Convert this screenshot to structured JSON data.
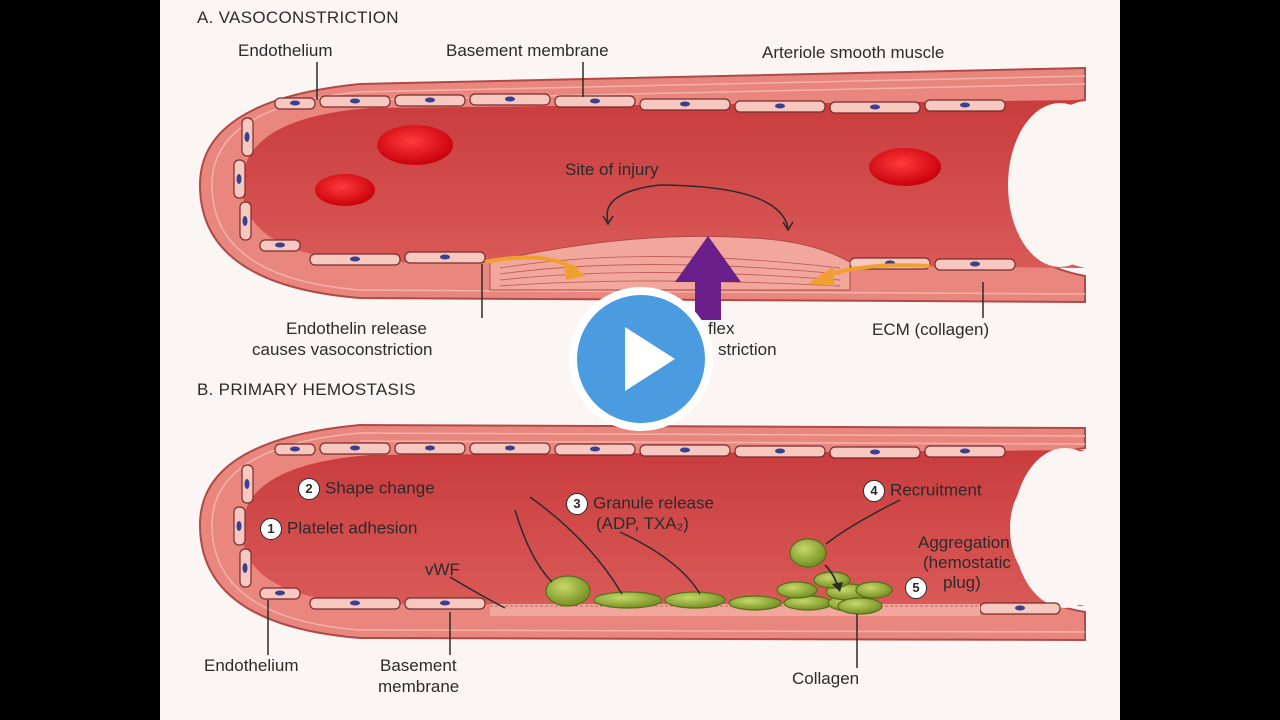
{
  "panel_a": {
    "title": "A. VASOCONSTRICTION",
    "labels": {
      "endothelium": "Endothelium",
      "basement_membrane": "Basement membrane",
      "smooth_muscle": "Arteriole smooth muscle",
      "site_of_injury": "Site of injury",
      "endothelin_line1": "Endothelin release",
      "endothelin_line2": "causes vasoconstriction",
      "reflex_line1": "flex",
      "reflex_line2": "striction",
      "ecm": "ECM (collagen)"
    }
  },
  "panel_b": {
    "title": "B. PRIMARY HEMOSTASIS",
    "steps": {
      "s1_num": "1",
      "s1": "Platelet adhesion",
      "s2_num": "2",
      "s2": "Shape change",
      "s3_num": "3",
      "s3_line1": "Granule release",
      "s3_line2": "(ADP, TXA₂)",
      "s4_num": "4",
      "s4": "Recruitment",
      "s5_num": "5",
      "s5_line1": "Aggregation",
      "s5_line2": "(hemostatic",
      "s5_line3": "plug)"
    },
    "labels": {
      "vwf": "vWF",
      "endothelium": "Endothelium",
      "basement_line1": "Basement",
      "basement_line2": "membrane",
      "collagen": "Collagen"
    }
  },
  "player": {
    "play_icon": "play-icon"
  },
  "colors": {
    "vessel_wall": "#e8827d",
    "lumen": "#d44a4a",
    "endothelial_cell": "#f5c3bb",
    "nucleus": "#3a3f8f",
    "rbc": "#e0141c",
    "platelet": "#8aa52a",
    "arrow_orange": "#f0a030",
    "arrow_purple": "#6a1f8a",
    "play_blue": "#4a9be0"
  }
}
